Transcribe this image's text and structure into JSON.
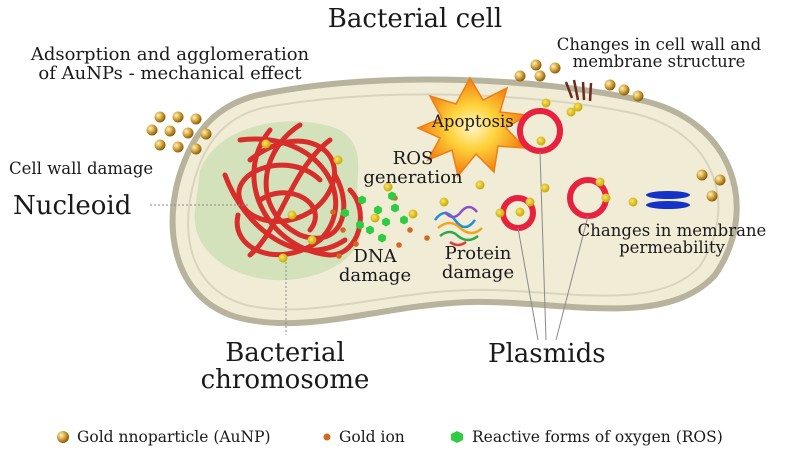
{
  "title": "Bacterial cell",
  "labels": {
    "adsorption": [
      "Adsorption and agglomeration",
      "of AuNPs - mechanical effect"
    ],
    "cell_wall_damage": "Cell wall damage",
    "nucleoid": "Nucleoid",
    "apoptosis": "Apoptosis",
    "ros_generation": [
      "ROS",
      "generation"
    ],
    "dna_damage": [
      "DNA",
      "damage"
    ],
    "protein_damage": [
      "Protein",
      "damage"
    ],
    "wall_changes": [
      "Changes in cell wall and",
      "membrane structure"
    ],
    "permeability": [
      "Changes in membrane",
      "permeability"
    ],
    "bacterial_chromosome": [
      "Bacterial",
      "chromosome"
    ],
    "plasmids": "Plasmids"
  },
  "legend": [
    {
      "icon": "gold-nanoparticle-icon",
      "label": "Gold nnoparticle (AuNP)",
      "color": "#d4a437"
    },
    {
      "icon": "gold-ion-icon",
      "label": "Gold ion",
      "color": "#d2691e"
    },
    {
      "icon": "ros-icon",
      "label": "Reactive forms of oxygen (ROS)",
      "color": "#2ecc40"
    }
  ],
  "colors": {
    "cell_fill": "#f0ecd6",
    "cell_outline": "#b7b39c",
    "nucleoid_fill": "#cfe0b6",
    "chromosome": "#d81f1f",
    "plasmid": "#e8213f",
    "nanoparticle": "#d4a437",
    "ion": "#d2691e",
    "ros": "#2ecc40",
    "explosion": "#f7b21e",
    "channel": "#1432c8"
  }
}
